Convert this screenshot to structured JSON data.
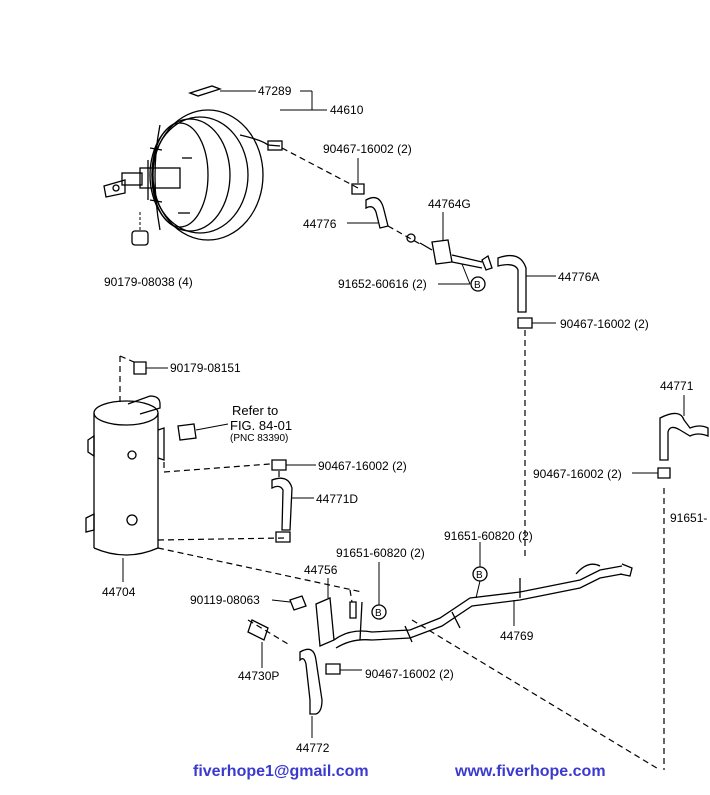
{
  "parts": {
    "p47289": "47289",
    "p44610": "44610",
    "p90467_a": "90467-16002 (2)",
    "p44776": "44776",
    "p44764G": "44764G",
    "p90179_08038": "90179-08038 (4)",
    "p91652": "91652-60616 (2)",
    "p44776A": "44776A",
    "p90467_b": "90467-16002 (2)",
    "p90179_08151": "90179-08151",
    "p44771": "44771",
    "p90467_c": "90467-16002 (2)",
    "p44771D": "44771D",
    "p90467_d": "90467-16002 (2)",
    "p91651_a": "91651-60820 (2)",
    "p91651_b": "91651-60820 (2)",
    "p91651_c": "91651-",
    "p44704": "44704",
    "p44756": "44756",
    "p90119": "90119-08063",
    "p44730P": "44730P",
    "p44769": "44769",
    "p90467_e": "90467-16002 (2)",
    "p44772": "44772"
  },
  "refer": {
    "line1": "Refer to",
    "line2": "FIG. 84-01",
    "line3": "(PNC  83390)"
  },
  "markers": {
    "b1": "B",
    "b2": "B",
    "b3": "B"
  },
  "footer": {
    "email": "fiverhope1@gmail.com",
    "website": "www.fiverhope.com"
  }
}
